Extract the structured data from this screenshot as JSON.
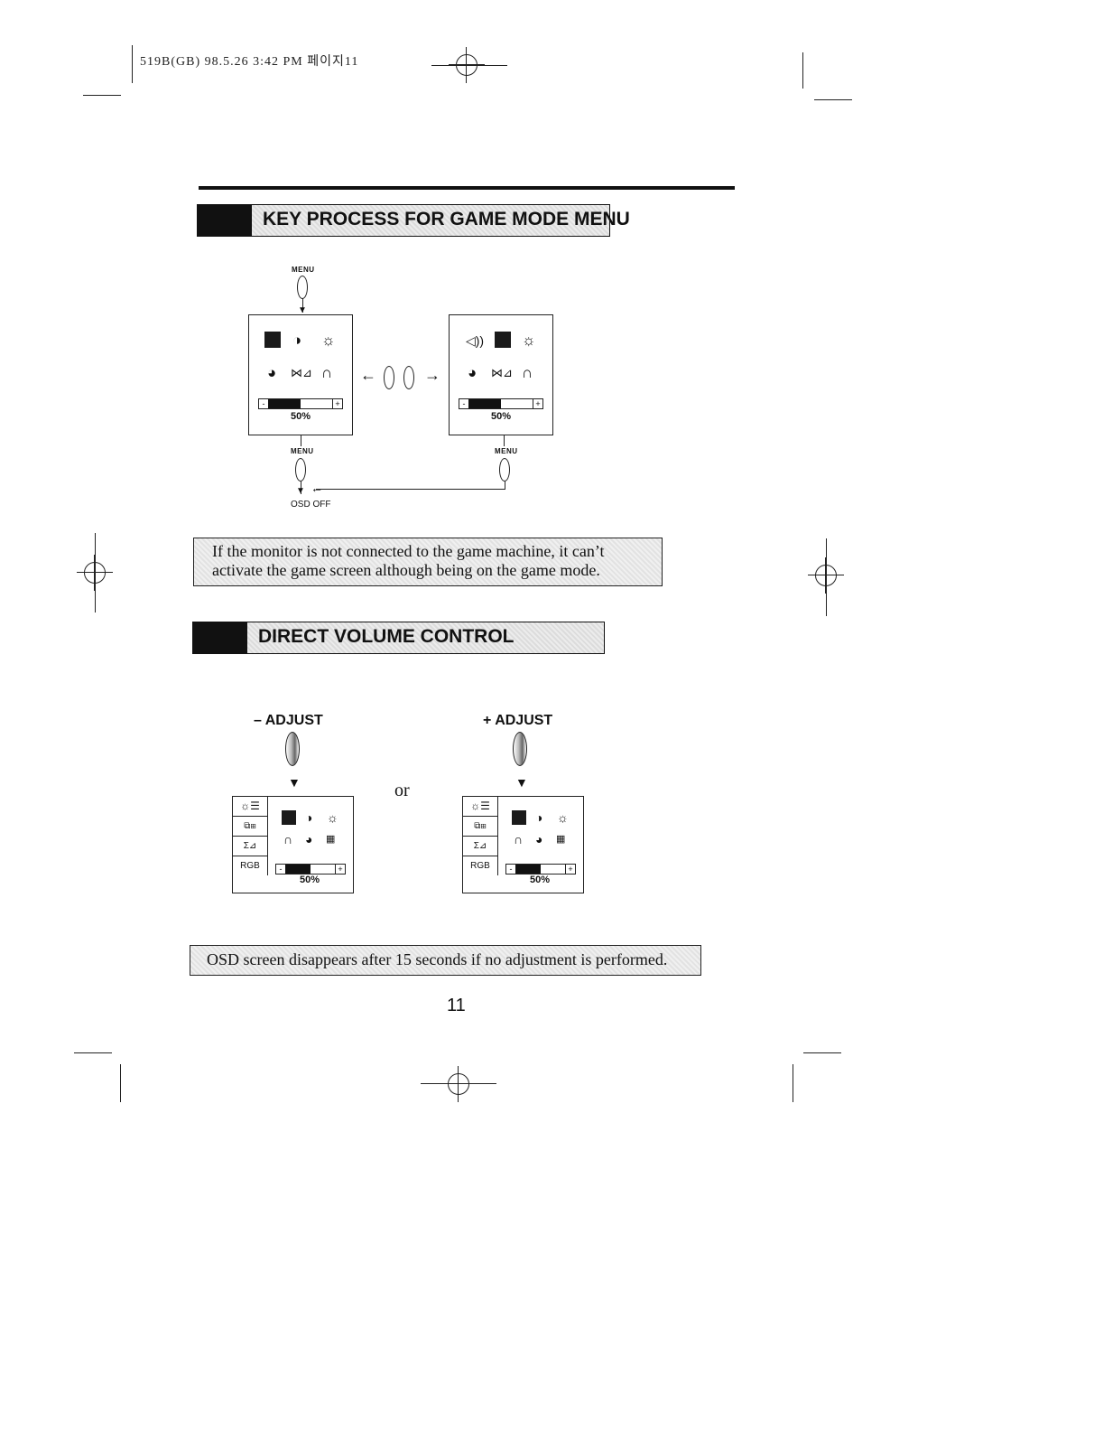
{
  "slug_line": "519B(GB) 98.5.26 3:42 PM 페이지11",
  "section_game": {
    "title": "KEY PROCESS FOR GAME MODE MENU",
    "menu_label": "MENU",
    "osd_off": "OSD OFF",
    "osd_left": {
      "percent": "50%",
      "level": 0.5
    },
    "osd_right": {
      "percent": "50%",
      "level": 0.5
    },
    "bar_minus": "-",
    "bar_plus": "+"
  },
  "note_game": "If the monitor is not connected to the game machine, it can’t activate the game screen although being on the game mode.",
  "section_volume": {
    "title": "DIRECT VOLUME CONTROL",
    "minus_label": "– ADJUST",
    "plus_label": "+ ADJUST",
    "or_word": "or",
    "osd_left": {
      "percent": "50%",
      "level": 0.5
    },
    "osd_right": {
      "percent": "50%",
      "level": 0.5
    },
    "side_rgb": "RGB"
  },
  "note_osd": "OSD screen disappears after 15 seconds if no adjustment is performed.",
  "page_number": "11"
}
